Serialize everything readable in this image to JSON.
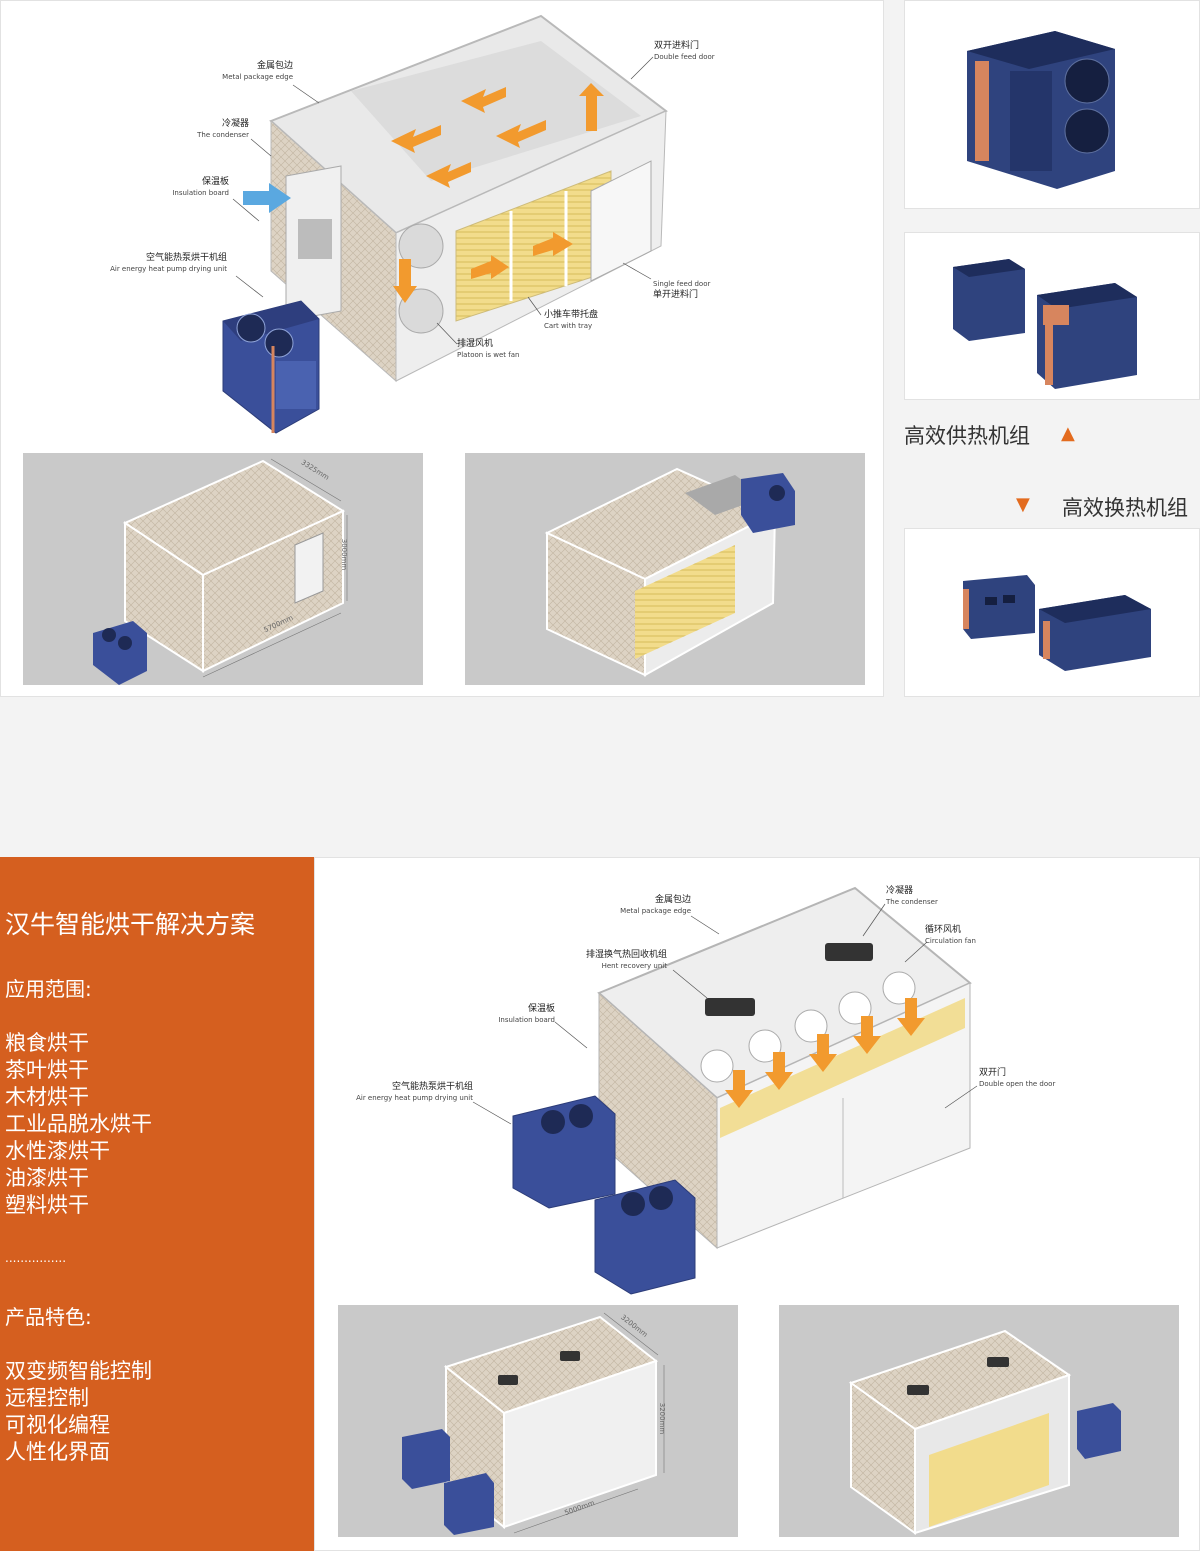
{
  "top_diagram": {
    "labels": [
      {
        "zh": "金属包边",
        "en": "Metal package edge"
      },
      {
        "zh": "冷凝器",
        "en": "The condenser"
      },
      {
        "zh": "保温板",
        "en": "Insulation board"
      },
      {
        "zh": "空气能热泵烘干机组",
        "en": "Air energy heat pump drying unit"
      },
      {
        "zh": "双开进料门",
        "en": "Double feed door"
      },
      {
        "zh": "单开进料门",
        "en": "Single feed door"
      },
      {
        "zh": "小推车带托盘",
        "en": "Cart with tray"
      },
      {
        "zh": "排湿风机",
        "en": "Platoon is wet fan"
      }
    ],
    "dimensions": {
      "width": "3325mm",
      "height": "3000mm",
      "length": "5700mm"
    }
  },
  "right_column": {
    "caption_heat_supply": "高效供热机组",
    "caption_heat_exchange": "高效换热机组",
    "arrow_up": "▲",
    "arrow_down": "▼"
  },
  "bottom_diagram": {
    "labels": [
      {
        "zh": "金属包边",
        "en": "Metal package edge"
      },
      {
        "zh": "冷凝器",
        "en": "The condenser"
      },
      {
        "zh": "循环风机",
        "en": "Circulation fan"
      },
      {
        "zh": "排湿换气热回收机组",
        "en": "Hent recovery unit"
      },
      {
        "zh": "保温板",
        "en": "Insulation board"
      },
      {
        "zh": "空气能热泵烘干机组",
        "en": "Air energy heat pump drying unit"
      },
      {
        "zh": "双开门",
        "en": "Double open the door"
      }
    ],
    "dimensions": {
      "width": "3200mm",
      "height": "3200mm",
      "length": "5000mm"
    }
  },
  "sidebar": {
    "title": "汉牛智能烘干解决方案",
    "scope_heading": "应用范围:",
    "scope_items": [
      "粮食烘干",
      "茶叶烘干",
      "木材烘干",
      "工业品脱水烘干",
      "水性漆烘干",
      "油漆烘干",
      "塑料烘干"
    ],
    "ellipsis": "................",
    "features_heading": "产品特色:",
    "feature_items": [
      "双变频智能控制",
      "远程控制",
      "可视化编程",
      "人性化界面"
    ]
  },
  "colors": {
    "accent": "#d55f1f",
    "arrow_orange": "#f29a2e",
    "arrow_blue": "#5aa8e0",
    "unit_blue": "#3a4f9a",
    "copper": "#d7855e"
  }
}
